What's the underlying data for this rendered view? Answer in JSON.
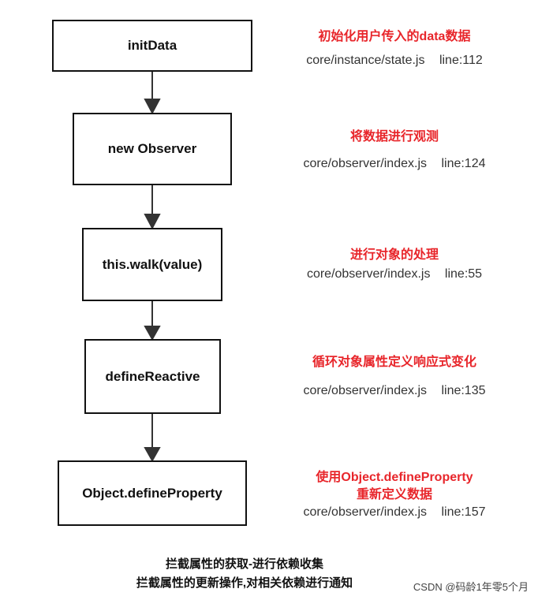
{
  "steps": [
    {
      "label": "initData",
      "note_title": "初始化用户传入的data数据",
      "file": "core/instance/state.js",
      "line": "line:112"
    },
    {
      "label": "new Observer",
      "note_title": "将数据进行观测",
      "file": "core/observer/index.js",
      "line": "line:124"
    },
    {
      "label": "this.walk(value)",
      "note_title": "进行对象的处理",
      "file": "core/observer/index.js",
      "line": "line:55"
    },
    {
      "label": "defineReactive",
      "note_title": "循环对象属性定义响应式变化",
      "file": "core/observer/index.js",
      "line": "line:135"
    },
    {
      "label": "Object.defineProperty",
      "note_title": "使用Object.defineProperty",
      "note_title2": "重新定义数据",
      "file": "core/observer/index.js",
      "line": "line:157"
    }
  ],
  "footer": {
    "line1": "拦截属性的获取-进行依赖收集",
    "line2": "拦截属性的更新操作,对相关依赖进行通知"
  },
  "watermark": "CSDN @码龄1年零5个月",
  "colors": {
    "accent": "#e8262b",
    "border": "#111111"
  }
}
